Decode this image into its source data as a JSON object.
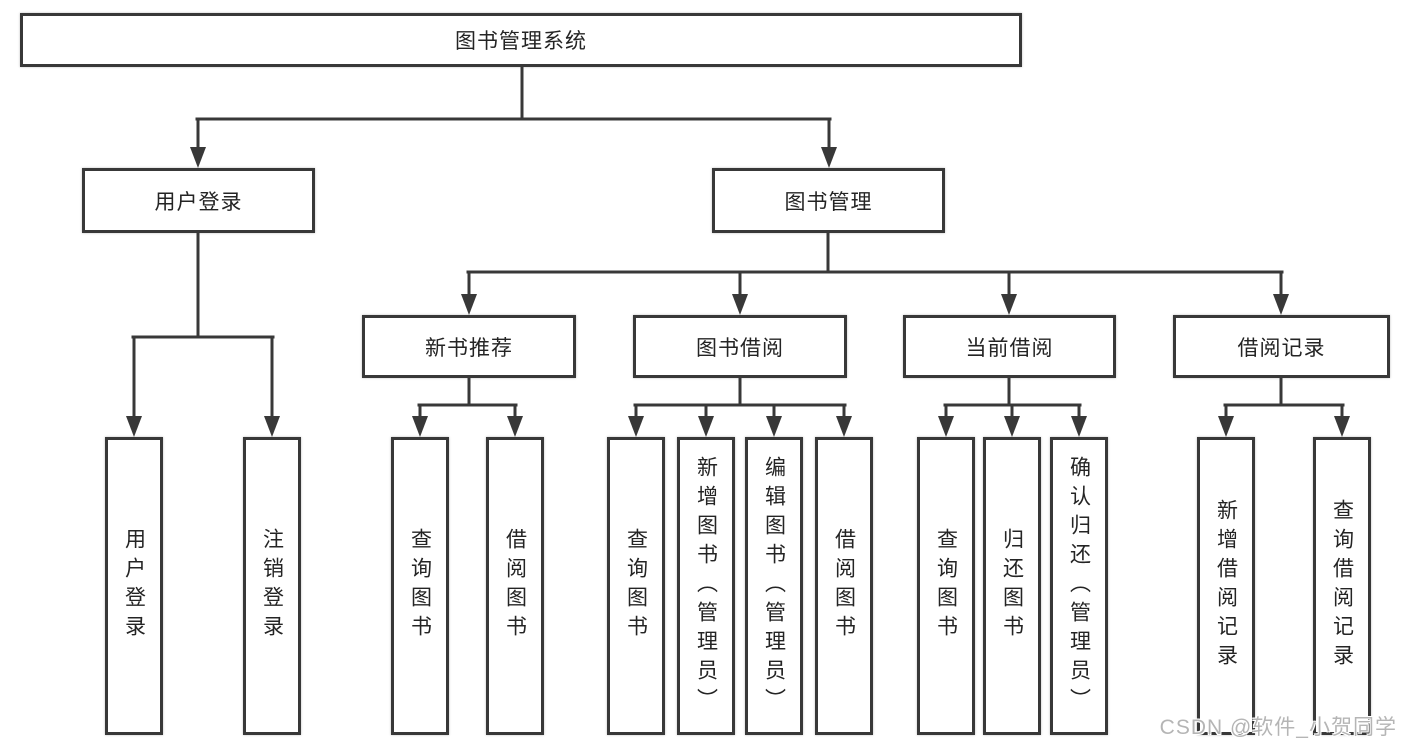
{
  "tree": {
    "label": "图书管理系统",
    "children": [
      {
        "label": "用户登录",
        "children": [
          {
            "label": "用户登录"
          },
          {
            "label": "注销登录"
          }
        ]
      },
      {
        "label": "图书管理",
        "children": [
          {
            "label": "新书推荐",
            "children": [
              {
                "label": "查询图书"
              },
              {
                "label": "借阅图书"
              }
            ]
          },
          {
            "label": "图书借阅",
            "children": [
              {
                "label": "查询图书"
              },
              {
                "label": "新增图书（管理员）"
              },
              {
                "label": "编辑图书（管理员）"
              },
              {
                "label": "借阅图书"
              }
            ]
          },
          {
            "label": "当前借阅",
            "children": [
              {
                "label": "查询图书"
              },
              {
                "label": "归还图书"
              },
              {
                "label": "确认归还（管理员）"
              }
            ]
          },
          {
            "label": "借阅记录",
            "children": [
              {
                "label": "新增借阅记录"
              },
              {
                "label": "查询借阅记录"
              }
            ]
          }
        ]
      }
    ]
  },
  "watermark": {
    "text": "CSDN @软件_小贺同学"
  },
  "colors": {
    "line": "#383838",
    "box_border": "#383838",
    "text": "#242424",
    "watermark": "#b5b5b5",
    "background": "#ffffff"
  }
}
